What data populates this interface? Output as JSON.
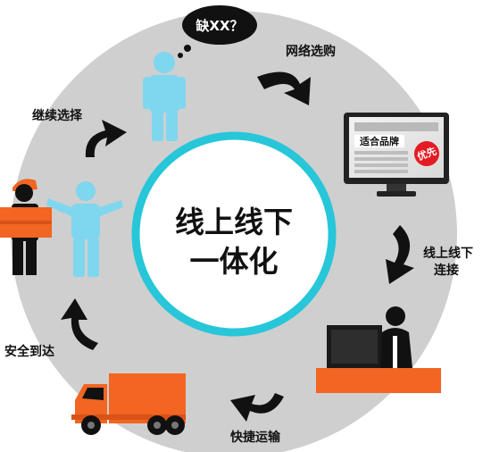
{
  "center": {
    "line1": "线上线下",
    "line2": "一体化"
  },
  "thought_bubble": "缺XX？",
  "steps": {
    "browse": "网络选购",
    "connect_line1": "线上线下",
    "connect_line2": "连接",
    "shipping": "快捷运输",
    "arrival": "安全到达",
    "continue": "继续选择"
  },
  "monitor": {
    "banner": "适合品牌",
    "badge": "优先"
  },
  "colors": {
    "ring": "#cfcfcf",
    "center_border": "#27c6d9",
    "person": "#7fd6ef",
    "orange": "#f26522",
    "dark": "#1a1a1a"
  }
}
